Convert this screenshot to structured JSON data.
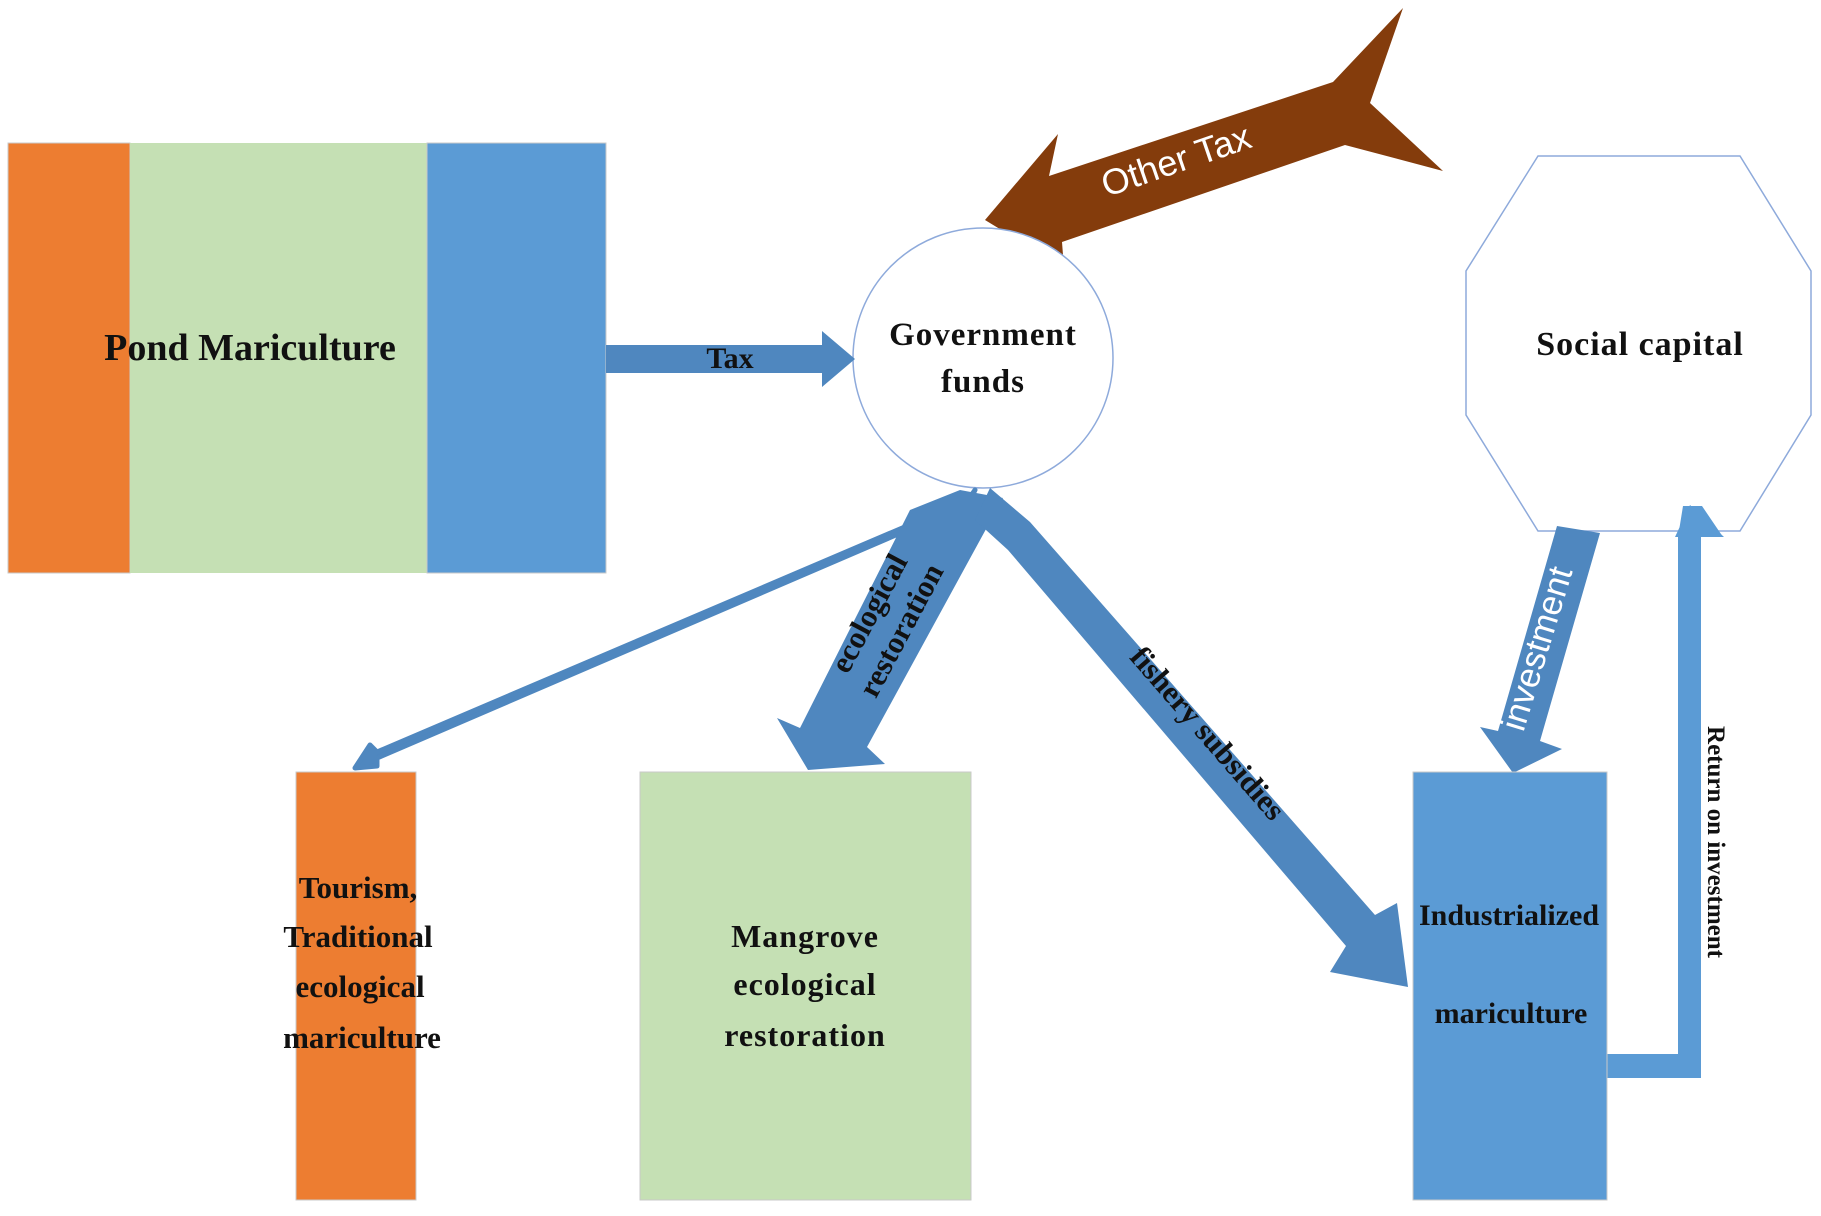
{
  "nodes": {
    "pond_mariculture": "Pond Mariculture",
    "government_funds": [
      "Government",
      "funds"
    ],
    "social_capital": "Social capital",
    "tourism": [
      "Tourism,",
      "Traditional",
      "ecological",
      "mariculture"
    ],
    "mangrove": [
      "Mangrove",
      "ecological",
      "restoration"
    ],
    "industrialized": [
      "Industrialized",
      "mariculture"
    ]
  },
  "flows": {
    "tax": "Tax",
    "other_tax": "Other Tax",
    "ecological_restoration": [
      "ecological",
      "restoration"
    ],
    "fishery_subsidies": "fishery subsidies",
    "investment": "investment",
    "return_on_investment": "Return on investment"
  },
  "colors": {
    "orange": "#ED7D31",
    "green": "#C5E0B4",
    "blue": "#5B9BD5",
    "arrow_blue": "#4F87BF",
    "brown": "#843C0C",
    "outline": "#8EAADB"
  }
}
